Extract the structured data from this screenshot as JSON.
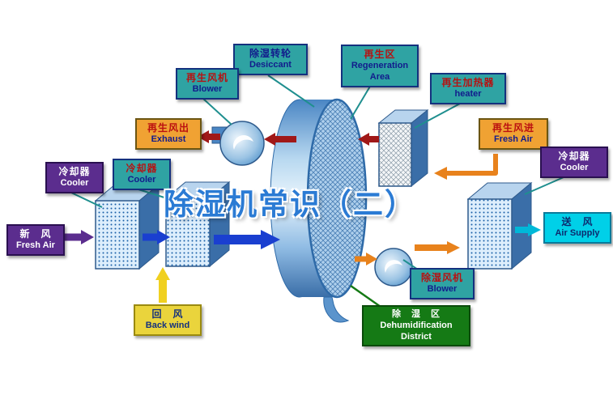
{
  "title": "除湿机常识（二）",
  "labels": {
    "desiccant": {
      "zh": "除湿转轮",
      "en": "Desiccant"
    },
    "regen_area": {
      "zh": "再生区",
      "en": "Regeneration Area"
    },
    "regen_blower": {
      "zh": "再生风机",
      "en": "Blower"
    },
    "regen_heater": {
      "zh": "再生加热器",
      "en": "heater"
    },
    "exhaust": {
      "zh": "再生风出",
      "en": "Exhaust"
    },
    "regen_fresh_air": {
      "zh": "再生风进",
      "en": "Fresh Air"
    },
    "cooler_right": {
      "zh": "冷却器",
      "en": "Cooler"
    },
    "cooler_left": {
      "zh": "冷却器",
      "en": "Cooler"
    },
    "cooler_mid": {
      "zh": "冷却器",
      "en": "Cooler"
    },
    "fresh_air": {
      "zh": "新　风",
      "en": "Fresh Air"
    },
    "back_wind": {
      "zh": "回　风",
      "en": "Back wind"
    },
    "air_supply": {
      "zh": "送　风",
      "en": "Air Supply"
    },
    "dehumid_blower": {
      "zh": "除湿风机",
      "en": "Blower"
    },
    "dehumid_district": {
      "zh": "除　湿　区",
      "en_line1": "Dehumidification",
      "en_line2": "District"
    }
  },
  "colors": {
    "badge_teal": "#2fa3a3",
    "badge_orange": "#f0a233",
    "badge_purple": "#5b2d8e",
    "badge_yellow": "#ead43c",
    "badge_cyan": "#00d0e8",
    "badge_green": "#157a15",
    "title_blue": "#2b7bd4",
    "arrow_red": "#a01818",
    "arrow_orange": "#e8821c",
    "arrow_blue": "#1a3fd0",
    "arrow_purple": "#5b2d8e",
    "arrow_yellow": "#f0d020",
    "arrow_cyan": "#00b8d8",
    "line_teal": "#1f8f8f"
  }
}
